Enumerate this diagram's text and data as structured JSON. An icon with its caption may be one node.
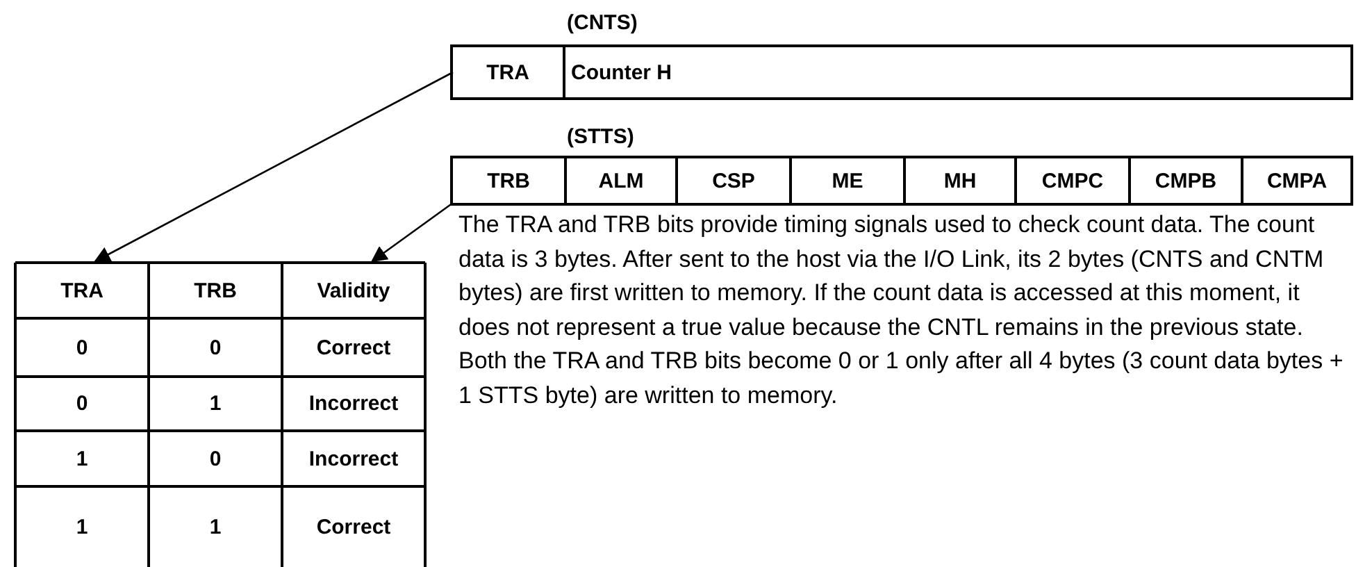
{
  "diagram": {
    "nodes": [
      {
        "text": [
          "(CNTS)"
        ]
      },
      {
        "text": [
          "TRA"
        ],
        "in": 0
      },
      {
        "text": [
          "Counter H"
        ],
        "in": 0
      },
      {
        "text": [
          "(STTS)"
        ]
      },
      {
        "text": [
          "TRB"
        ],
        "in": 3
      },
      {
        "text": [
          "ALM"
        ],
        "in": 3
      },
      {
        "text": [
          "CSP"
        ],
        "in": 3
      },
      {
        "text": [
          "ME"
        ],
        "in": 3
      },
      {
        "text": [
          "MH"
        ],
        "in": 3
      },
      {
        "text": [
          "CMPC"
        ],
        "in": 3
      },
      {
        "text": [
          "CMPB"
        ],
        "in": 3
      },
      {
        "text": [
          "CMPA"
        ],
        "in": 3
      },
      {
        "text": [
          "TRA"
        ]
      },
      {
        "text": [
          "TRB"
        ]
      },
      {
        "text": [
          "Validity"
        ]
      }
    ],
    "edges": [
      {
        "from": 1,
        "to": 12,
        "arrow": "to"
      },
      {
        "from": 4,
        "to": 14,
        "arrow": "to"
      }
    ],
    "labels": [
      "0",
      "0",
      "Correct",
      "0",
      "1",
      "Incorrect",
      "1",
      "0",
      "Incorrect",
      "1",
      "1",
      "Correct",
      "The TRA and TRB bits provide timing signals used to check count data. The count data is 3 bytes. After sent to the host via the I/O Link, its 2 bytes (CNTS and CNTM bytes) are first written to memory. If the count data is accessed at this moment, it does not represent a true value because the CNTL remains in the previous state. Both the TRA and TRB bits become 0 or 1 only after all 4 bytes (3 count data bytes + 1 STTS byte) are written to memory."
    ]
  }
}
